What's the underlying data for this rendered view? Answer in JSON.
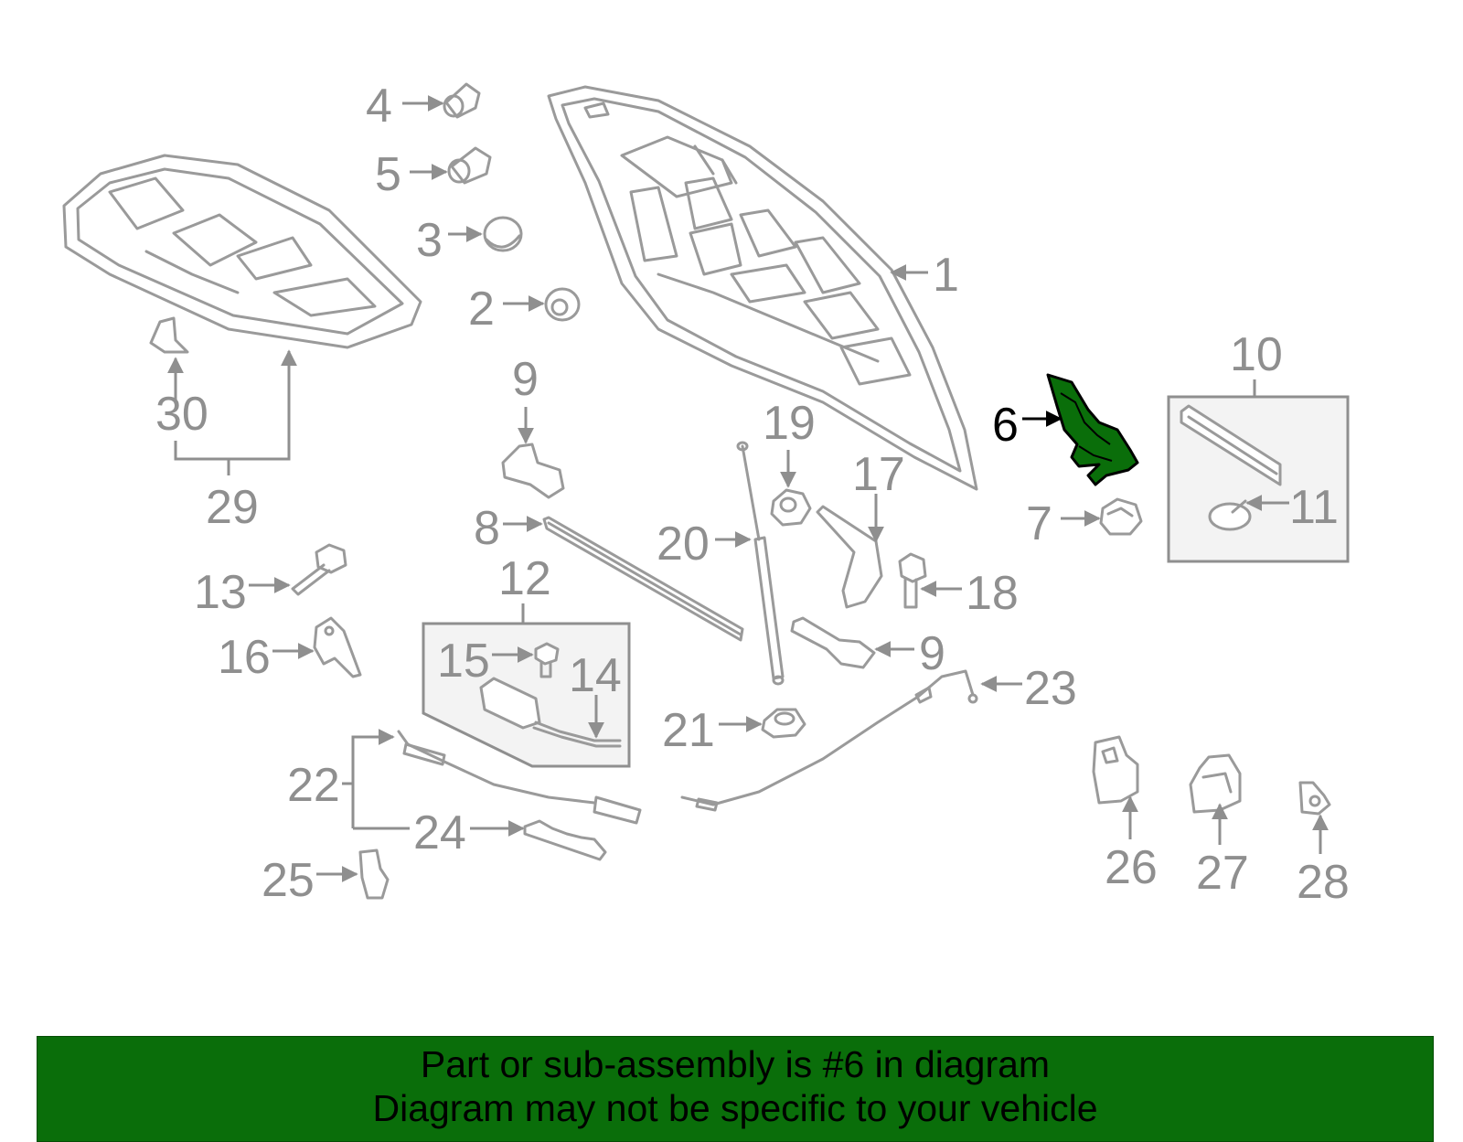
{
  "callouts": {
    "c1": "1",
    "c2": "2",
    "c3": "3",
    "c4": "4",
    "c5": "5",
    "c6": "6",
    "c7": "7",
    "c8": "8",
    "c9a": "9",
    "c9b": "9",
    "c10": "10",
    "c11": "11",
    "c12": "12",
    "c13": "13",
    "c14": "14",
    "c15": "15",
    "c16": "16",
    "c17": "17",
    "c18": "18",
    "c19": "19",
    "c20": "20",
    "c21": "21",
    "c22": "22",
    "c23": "23",
    "c24": "24",
    "c25": "25",
    "c26": "26",
    "c27": "27",
    "c28": "28",
    "c29": "29",
    "c30": "30"
  },
  "highlighted_part": "6",
  "colors": {
    "highlight": "#0a6e0a",
    "part_stroke": "#9a9a9a",
    "label": "#8f8f8f",
    "banner_bg": "#0a6e0a"
  },
  "banner": {
    "line1": "Part or sub-assembly is #6 in diagram",
    "line2": "Diagram may not be specific to your vehicle"
  }
}
